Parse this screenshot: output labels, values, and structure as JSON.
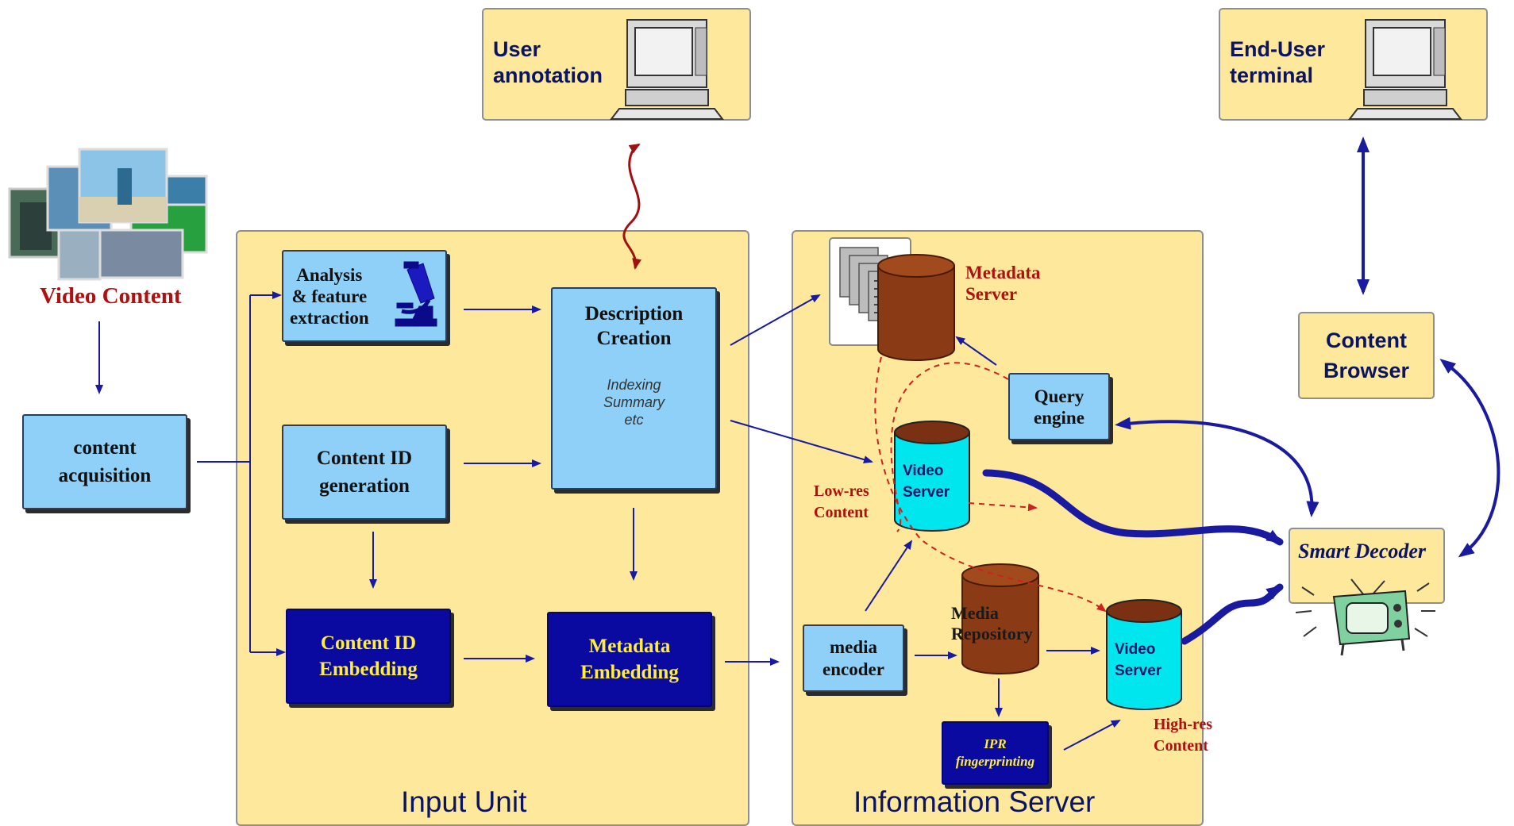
{
  "title_user_annotation": "User\nannotation",
  "title_end_user_terminal": "End-User\nterminal",
  "video_content_label": "Video Content",
  "content_acquisition": "content\nacquisition",
  "input_unit": {
    "title": "Input Unit",
    "analysis": "Analysis\n& feature\nextraction",
    "content_id_generation": "Content ID\ngeneration",
    "content_id_embedding": "Content ID\nEmbedding",
    "metadata_embedding": "Metadata\nEmbedding",
    "description_creation": "Description\nCreation",
    "description_sub": "Indexing\nSummary\netc"
  },
  "information_server": {
    "title": "Information Server",
    "metadata_server": "Metadata\nServer",
    "query_engine": "Query\nengine",
    "video_server": "Video\nServer",
    "low_res": "Low-res\nContent",
    "media_encoder": "media\nencoder",
    "media_repository": "Media\nRepository",
    "ipr": "IPR\nfingerprinting",
    "high_res": "High-res\nContent"
  },
  "content_browser": "Content\nBrowser",
  "smart_decoder": "Smart Decoder",
  "colors": {
    "panel": "#fde89b",
    "light_box": "#8fd0f8",
    "dark_box": "#0a0aa0",
    "arrow": "#1a1aa0",
    "red": "#b01010",
    "cylinder_brown": "#8a3a14",
    "cylinder_cyan": "#00e6ef"
  }
}
